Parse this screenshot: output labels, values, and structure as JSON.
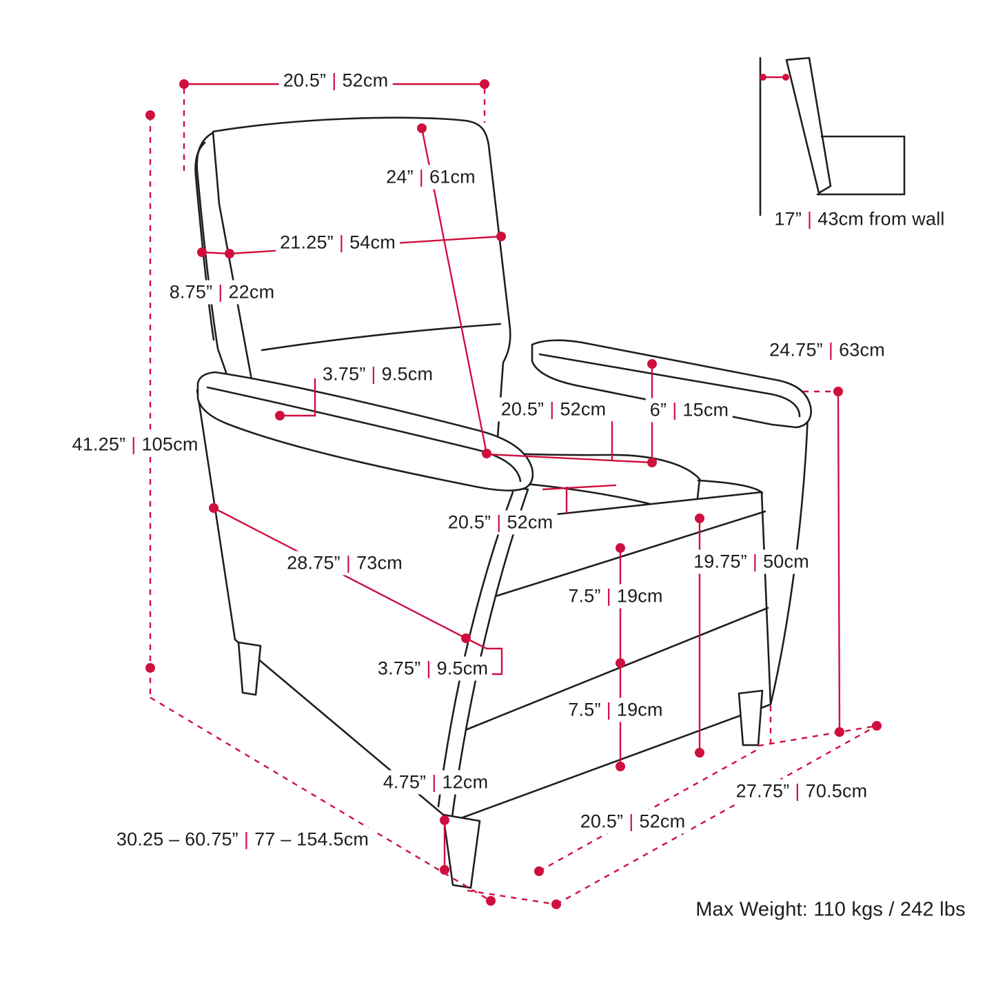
{
  "accent_color": "#cf0f3f",
  "ink_color": "#1e1e1e",
  "sep": "|",
  "labels": {
    "top_width": {
      "in": "20.5”",
      "cm": "52cm"
    },
    "back_diagonal": {
      "in": "24”",
      "cm": "61cm"
    },
    "back_width": {
      "in": "21.25”",
      "cm": "54cm"
    },
    "back_thickness": {
      "in": "8.75”",
      "cm": "22cm"
    },
    "arm_top_width": {
      "in": "3.75”",
      "cm": "9.5cm"
    },
    "overall_height": {
      "in": "41.25”",
      "cm": "105cm"
    },
    "seat_width": {
      "in": "20.5”",
      "cm": "52cm"
    },
    "arm_above_seat": {
      "in": "6”",
      "cm": "15cm"
    },
    "arm_height": {
      "in": "24.75”",
      "cm": "63cm"
    },
    "seat_depth": {
      "in": "20.5”",
      "cm": "52cm"
    },
    "side_depth": {
      "in": "28.75”",
      "cm": "73cm"
    },
    "seat_height": {
      "in": "19.75”",
      "cm": "50cm"
    },
    "front_panel_upper": {
      "in": "7.5”",
      "cm": "19cm"
    },
    "front_trim": {
      "in": "3.75”",
      "cm": "9.5cm"
    },
    "front_panel_lower": {
      "in": "7.5”",
      "cm": "19cm"
    },
    "leg_height": {
      "in": "4.75”",
      "cm": "12cm"
    },
    "reclined_depth": {
      "in": "30.25 – 60.75”",
      "cm": "77 – 154.5cm"
    },
    "base_diagonal": {
      "in": "27.75”",
      "cm": "70.5cm"
    },
    "base_width": {
      "in": "20.5”",
      "cm": "52cm"
    },
    "wall_clearance": {
      "in": "17”",
      "cm": "43cm from wall"
    }
  },
  "max_weight": "Max Weight: 110 kgs / 242 lbs"
}
